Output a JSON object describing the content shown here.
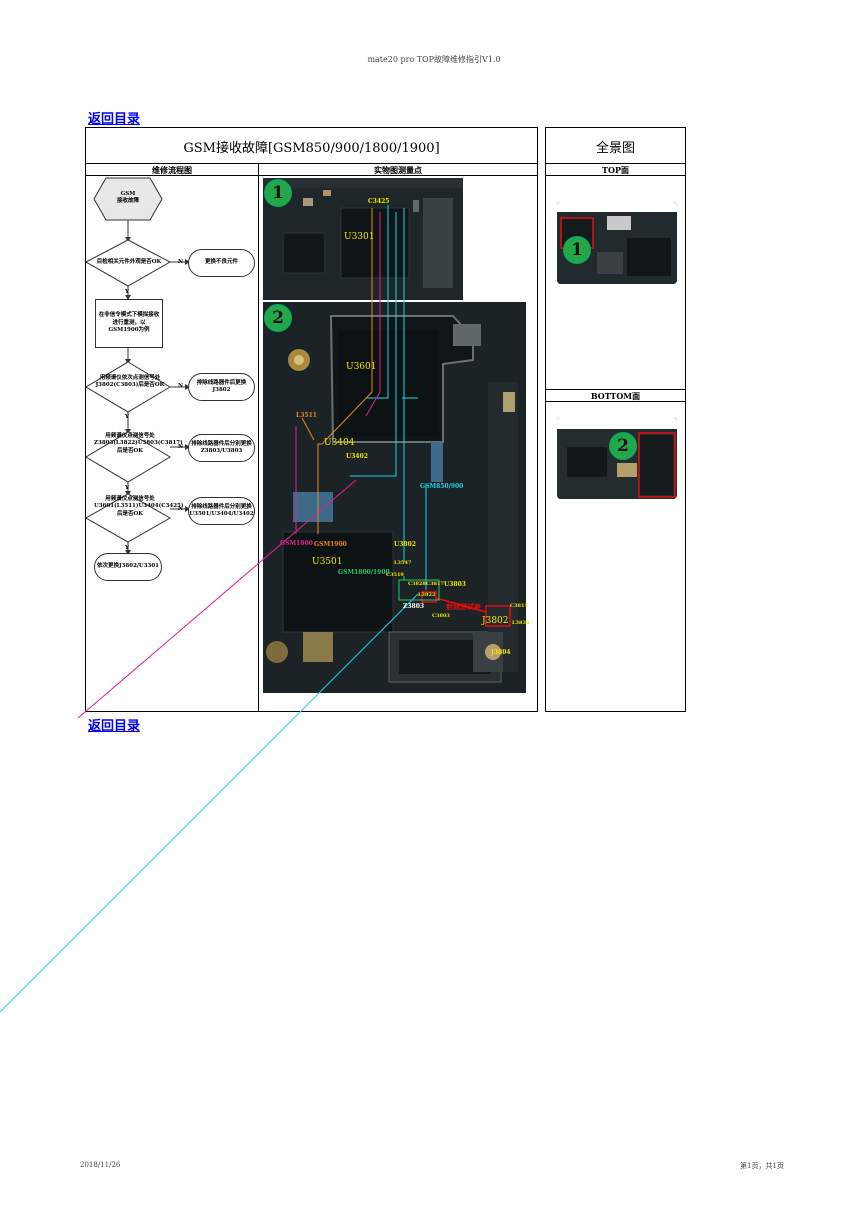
{
  "page": {
    "header_text": "mate20 pro TOP故障维修指引V1.0",
    "back_link_top": "返回目录",
    "back_link_bottom": "返回目录",
    "footer_date": "2018/11/26",
    "footer_page": "第1页，共1页"
  },
  "main_table": {
    "title": "GSM接收故障[GSM850/900/1800/1900]",
    "col_flow": "维修流程图",
    "col_photo": "实物图测量点"
  },
  "panorama": {
    "title": "全景图",
    "top_label": "TOP面",
    "bottom_label": "BOTTOM面",
    "badge_1": "1",
    "badge_2": "2"
  },
  "flowchart": {
    "start": "GSM\n接收故障",
    "q1": "目检相关元件外观是否OK",
    "a1": "更换不良元件",
    "step1": "在非信令模式下模拟接收进行重测，以GSM1900为例",
    "q2": "用频谱仪依次点测信号处J3802(C3803)后是否OK",
    "a2": "排除线路器件后更换J3802",
    "q3": "用频谱仪点测信号处Z3803(L3822)U3803(C3817)后是否OK",
    "a3": "排除线路器件后分别更换Z3803/U3803",
    "q4": "用频谱仪点测信号处U3601(L3511)U3404(C3425)后是否OK",
    "a4": "排除线路器件后分别更换U3501/U3404/U3402",
    "end": "依次更换J3802/U3301",
    "yes": "Y",
    "no": "N"
  },
  "photo": {
    "badge_1": "1",
    "badge_2": "2",
    "labels": {
      "c3425": "C3425",
      "u3301": "U3301",
      "u3601": "U3601",
      "l3511": "L3511",
      "u3404": "U3404",
      "u3402": "U3402",
      "gsm850_900": "GSM850/900",
      "gsm1800": "GSM1800",
      "gsm1900": "GSM1900",
      "u3802": "U3802",
      "u3501": "U3501",
      "gsm1800_1900": "GSM1800/1900",
      "l3547": "L3547",
      "c3519": "C3519",
      "c3828": "C3828",
      "c3817": "C3817",
      "u3803": "U3803",
      "l3822": "L3822",
      "z3803": "Z3803",
      "c3803": "C3803",
      "c3811": "C3811",
      "j3802": "J3802",
      "l3836": "L3836",
      "j3804": "J3804",
      "red_note": "射频测试座"
    }
  },
  "colors": {
    "link": "#0000ee",
    "badge": "#22a84a",
    "pcb": "#1b2326",
    "cyan": "#22d3e6",
    "magenta": "#e0218a",
    "orange": "#e8871e",
    "yellow": "#f2e600",
    "red": "#e01010"
  }
}
